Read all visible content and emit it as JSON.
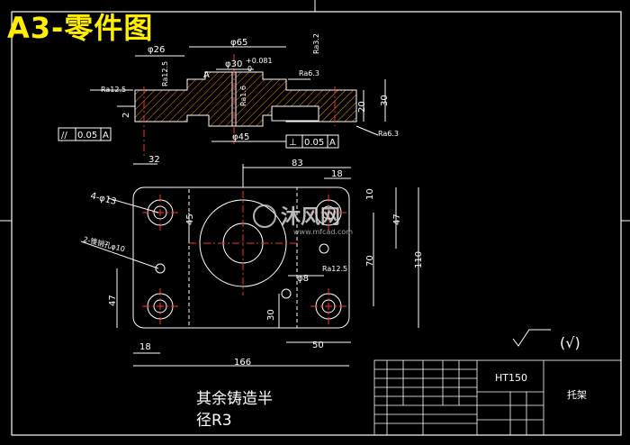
{
  "heading": "A3-零件图",
  "front_view": {
    "dims": [
      "φ65",
      "φ26",
      "φ30",
      "+0.081",
      "0",
      "Ra6.3",
      "Ra12.5",
      "Ra1.6",
      "Ra12.5",
      "Ra3.2",
      "20",
      "30",
      "2",
      "32",
      "φ45",
      "Ra6.3"
    ],
    "gdt_parallel": [
      "//",
      "0.05",
      "A"
    ],
    "gdt_perp": [
      "⊥",
      "0.05",
      "A"
    ],
    "datum": "A"
  },
  "plan_view": {
    "dims": [
      "83",
      "18",
      "10",
      "47",
      "70",
      "110",
      "45",
      "47",
      "18",
      "30",
      "50",
      "166"
    ],
    "callouts": [
      "4-φ13",
      "2-锥销孔φ10",
      "φ8",
      "Ra12.5"
    ]
  },
  "watermark": {
    "brand": "沐风网",
    "url": "www.mfcad.com"
  },
  "roughness_note": "(√)",
  "notes": [
    "其余铸造半",
    "径R3"
  ],
  "title_block": {
    "material": "HT150",
    "part_name": "托架"
  }
}
